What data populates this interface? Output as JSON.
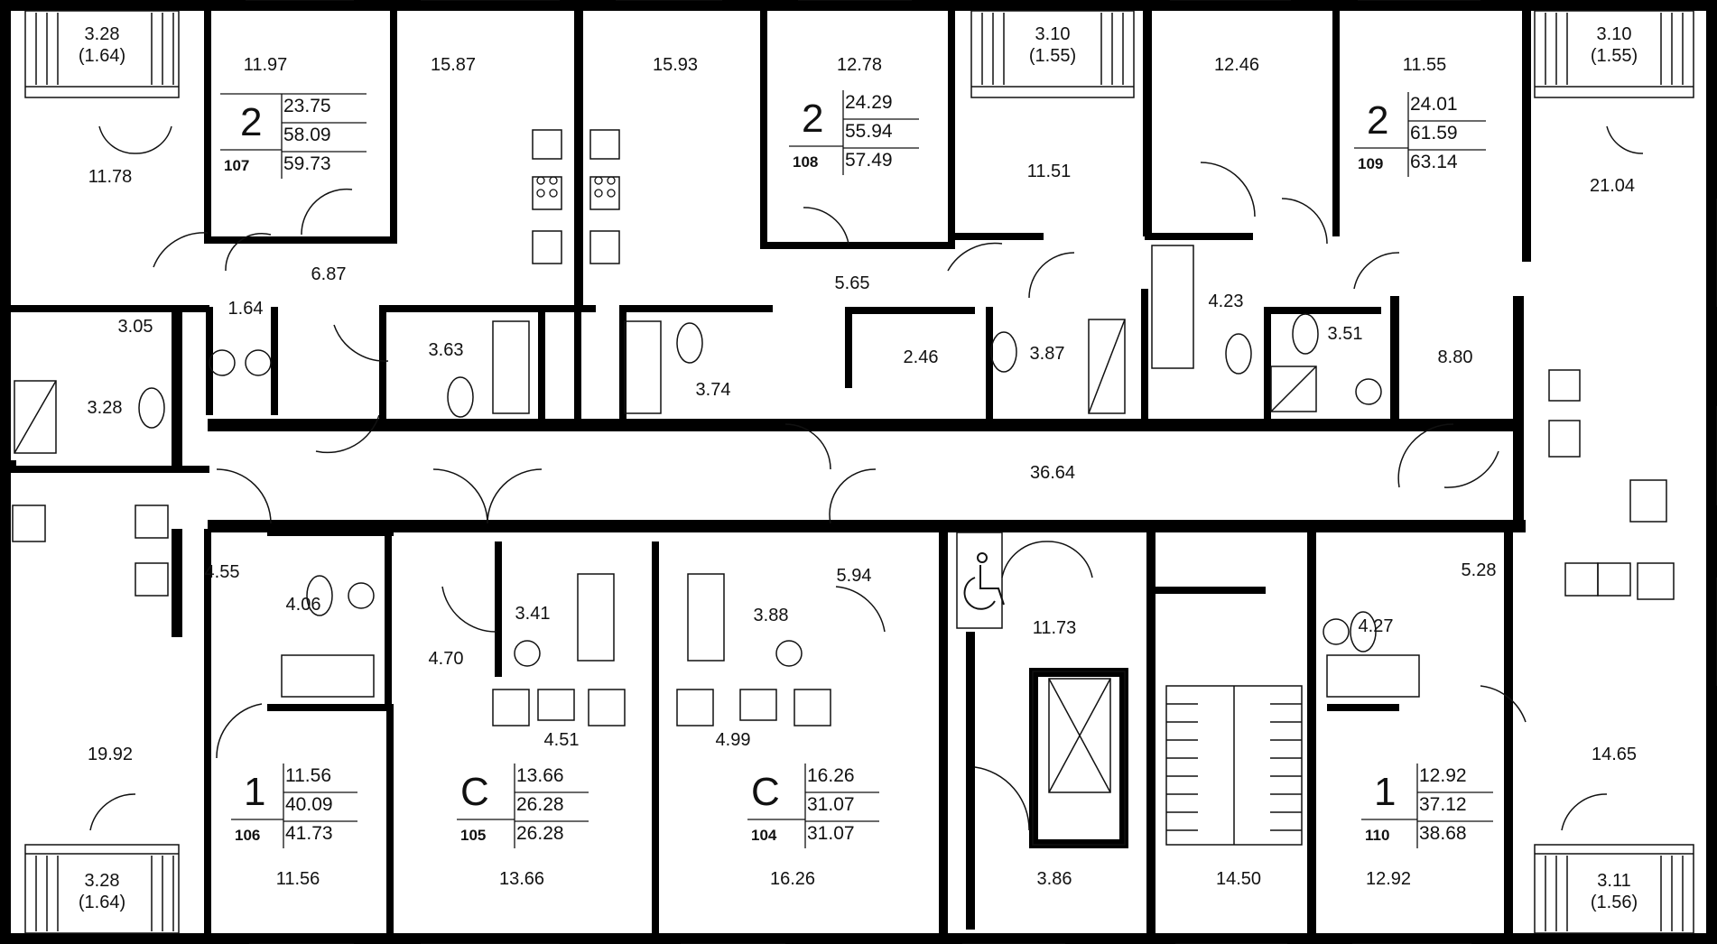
{
  "plan": {
    "areas": {
      "bal_tl": "3.28\n(1.64)",
      "bal_top_mid": "3.10\n(1.55)",
      "bal_tr": "3.10\n(1.55)",
      "bal_bl": "3.28\n(1.64)",
      "bal_br": "3.11\n(1.56)",
      "r_11_97": "11.97",
      "r_15_87": "15.87",
      "r_15_93": "15.93",
      "r_12_78": "12.78",
      "r_12_46": "12.46",
      "r_11_55": "11.55",
      "r_11_78": "11.78",
      "r_6_87": "6.87",
      "r_1_64": "1.64",
      "r_3_05": "3.05",
      "r_3_28": "3.28",
      "r_3_63": "3.63",
      "r_3_74": "3.74",
      "r_5_65": "5.65",
      "r_2_46": "2.46",
      "r_11_51": "11.51",
      "r_3_87": "3.87",
      "r_4_23": "4.23",
      "r_3_51": "3.51",
      "r_8_80": "8.80",
      "r_21_04": "21.04",
      "r_36_64": "36.64",
      "r_4_55": "4.55",
      "r_4_06": "4.06",
      "r_19_92": "19.92",
      "r_11_56": "11.56",
      "r_4_70": "4.70",
      "r_3_41": "3.41",
      "r_3_88": "3.88",
      "r_5_94": "5.94",
      "r_4_51": "4.51",
      "r_4_99": "4.99",
      "r_13_66": "13.66",
      "r_16_26": "16.26",
      "r_11_73": "11.73",
      "r_3_86": "3.86",
      "r_14_50": "14.50",
      "r_5_28": "5.28",
      "r_4_27": "4.27",
      "r_12_92": "12.92",
      "r_14_65": "14.65"
    },
    "apartments": [
      {
        "rooms": "2",
        "number": "107",
        "living": "23.75",
        "total": "58.09",
        "full": "59.73"
      },
      {
        "rooms": "2",
        "number": "108",
        "living": "24.29",
        "total": "55.94",
        "full": "57.49"
      },
      {
        "rooms": "2",
        "number": "109",
        "living": "24.01",
        "total": "61.59",
        "full": "63.14"
      },
      {
        "rooms": "1",
        "number": "106",
        "living": "11.56",
        "total": "40.09",
        "full": "41.73"
      },
      {
        "rooms": "С",
        "number": "105",
        "living": "13.66",
        "total": "26.28",
        "full": "26.28"
      },
      {
        "rooms": "С",
        "number": "104",
        "living": "16.26",
        "total": "31.07",
        "full": "31.07"
      },
      {
        "rooms": "1",
        "number": "110",
        "living": "12.92",
        "total": "37.12",
        "full": "38.68"
      }
    ],
    "icons": [
      "wheelchair-icon",
      "elevator-icon",
      "stairs-icon",
      "stove-icon",
      "sink-icon",
      "toilet-icon",
      "bathtub-icon",
      "shower-icon",
      "washing-machine-icon",
      "door-icon",
      "window-icon"
    ],
    "colors": {
      "wall": "#000000",
      "background": "#ffffff",
      "line": "#111111"
    }
  }
}
